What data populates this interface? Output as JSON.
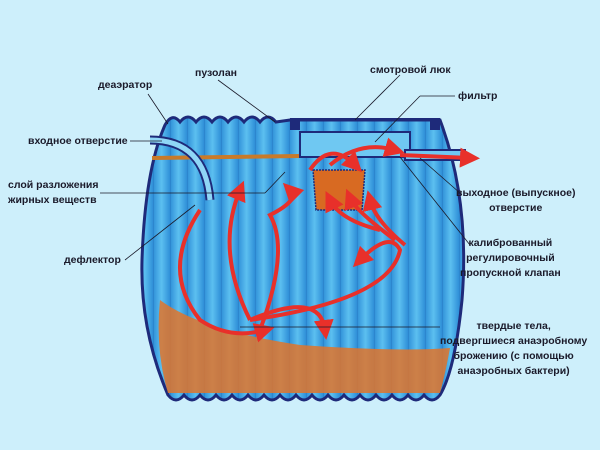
{
  "labels": {
    "deaerator": "деаэратор",
    "puzolan": "пузолан",
    "inspection_hatch": "смотровой люк",
    "filter": "фильтр",
    "inlet": "входное отверстие",
    "fat_layer_1": "слой разложения",
    "fat_layer_2": "жирных веществ",
    "deflector": "дефлектор",
    "outlet_1": "выходное (выпускное)",
    "outlet_2": "отверстие",
    "valve_1": "калиброванный",
    "valve_2": "регулировочный",
    "valve_3": "пропускной клапан",
    "solids_1": "твердые тела,",
    "solids_2": "подвергшиеся анаэробному",
    "solids_3": "брожению (с помощью",
    "solids_4": "анаэробных бактери)"
  },
  "colors": {
    "background": "#cdeffb",
    "tank": "#3fa6e6",
    "outline": "#1e2a7a",
    "flow": "#e8302a",
    "sludge": "#e0742a"
  }
}
